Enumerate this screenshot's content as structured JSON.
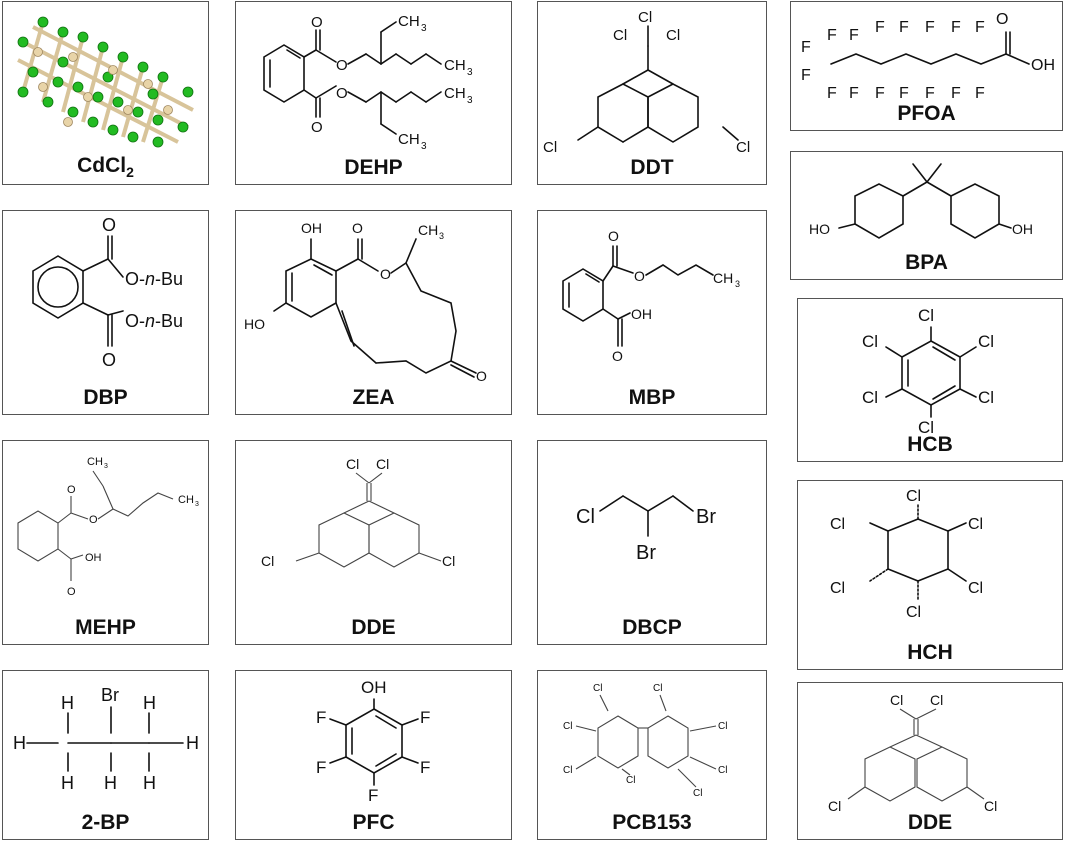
{
  "panels": [
    {
      "id": "cdcl2",
      "name": "CdCl",
      "sub": "2"
    },
    {
      "id": "dehp",
      "name": "DEHP"
    },
    {
      "id": "ddt",
      "name": "DDT"
    },
    {
      "id": "pfoa",
      "name": "PFOA"
    },
    {
      "id": "bpa",
      "name": "BPA"
    },
    {
      "id": "dbp",
      "name": "DBP"
    },
    {
      "id": "zea",
      "name": "ZEA"
    },
    {
      "id": "mbp",
      "name": "MBP"
    },
    {
      "id": "hcb",
      "name": "HCB"
    },
    {
      "id": "mehp",
      "name": "MEHP"
    },
    {
      "id": "dde1",
      "name": "DDE"
    },
    {
      "id": "dbcp",
      "name": "DBCP"
    },
    {
      "id": "hch",
      "name": "HCH"
    },
    {
      "id": "bp2",
      "name": "2-BP"
    },
    {
      "id": "pfc",
      "name": "PFC"
    },
    {
      "id": "pcb153",
      "name": "PCB153"
    },
    {
      "id": "dde2",
      "name": "DDE"
    }
  ],
  "atoms": {
    "o": "O",
    "oh": "OH",
    "ho": "HO",
    "cl": "Cl",
    "br": "Br",
    "f": "F",
    "h": "H",
    "ch3": "CH",
    "ch3_sub": "3",
    "onbu": "O-",
    "n": "n",
    "bu": "-Bu"
  },
  "colors": {
    "cadmium": "#d8c49a",
    "chlorine": "#22bb22",
    "border": "#555555"
  }
}
